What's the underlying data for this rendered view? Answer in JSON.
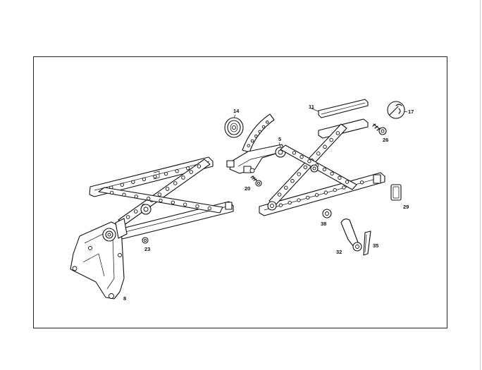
{
  "diagram": {
    "callouts": [
      "14",
      "5",
      "11",
      "17",
      "26",
      "20",
      "29",
      "38",
      "23",
      "32",
      "35",
      "8"
    ]
  }
}
